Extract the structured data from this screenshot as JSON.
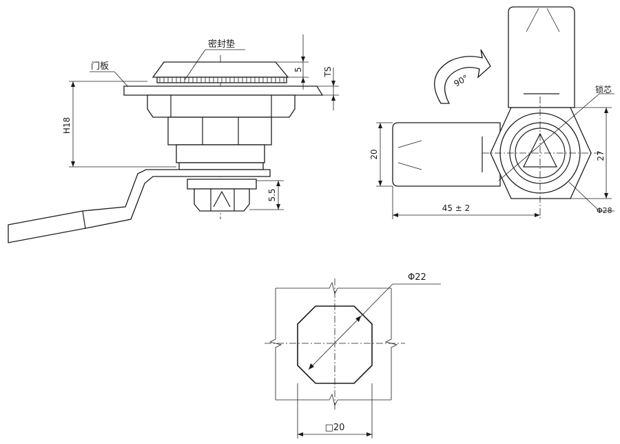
{
  "labels": {
    "seal_gasket": "密封垫",
    "door_panel": "门板",
    "lock_core": "锁芯",
    "rotation": "90°"
  },
  "dimensions": {
    "dim_5": "5",
    "dim_ts": "TS",
    "dim_h18": "H18",
    "dim_5_5": "5.5",
    "dim_20": "20",
    "dim_27": "27",
    "dim_45": "45 ± 2",
    "dim_phi28": "Φ28",
    "dim_phi22": "Φ22",
    "dim_sq20": "□20"
  },
  "colors": {
    "line": "#1a1a1a",
    "background": "#ffffff"
  }
}
